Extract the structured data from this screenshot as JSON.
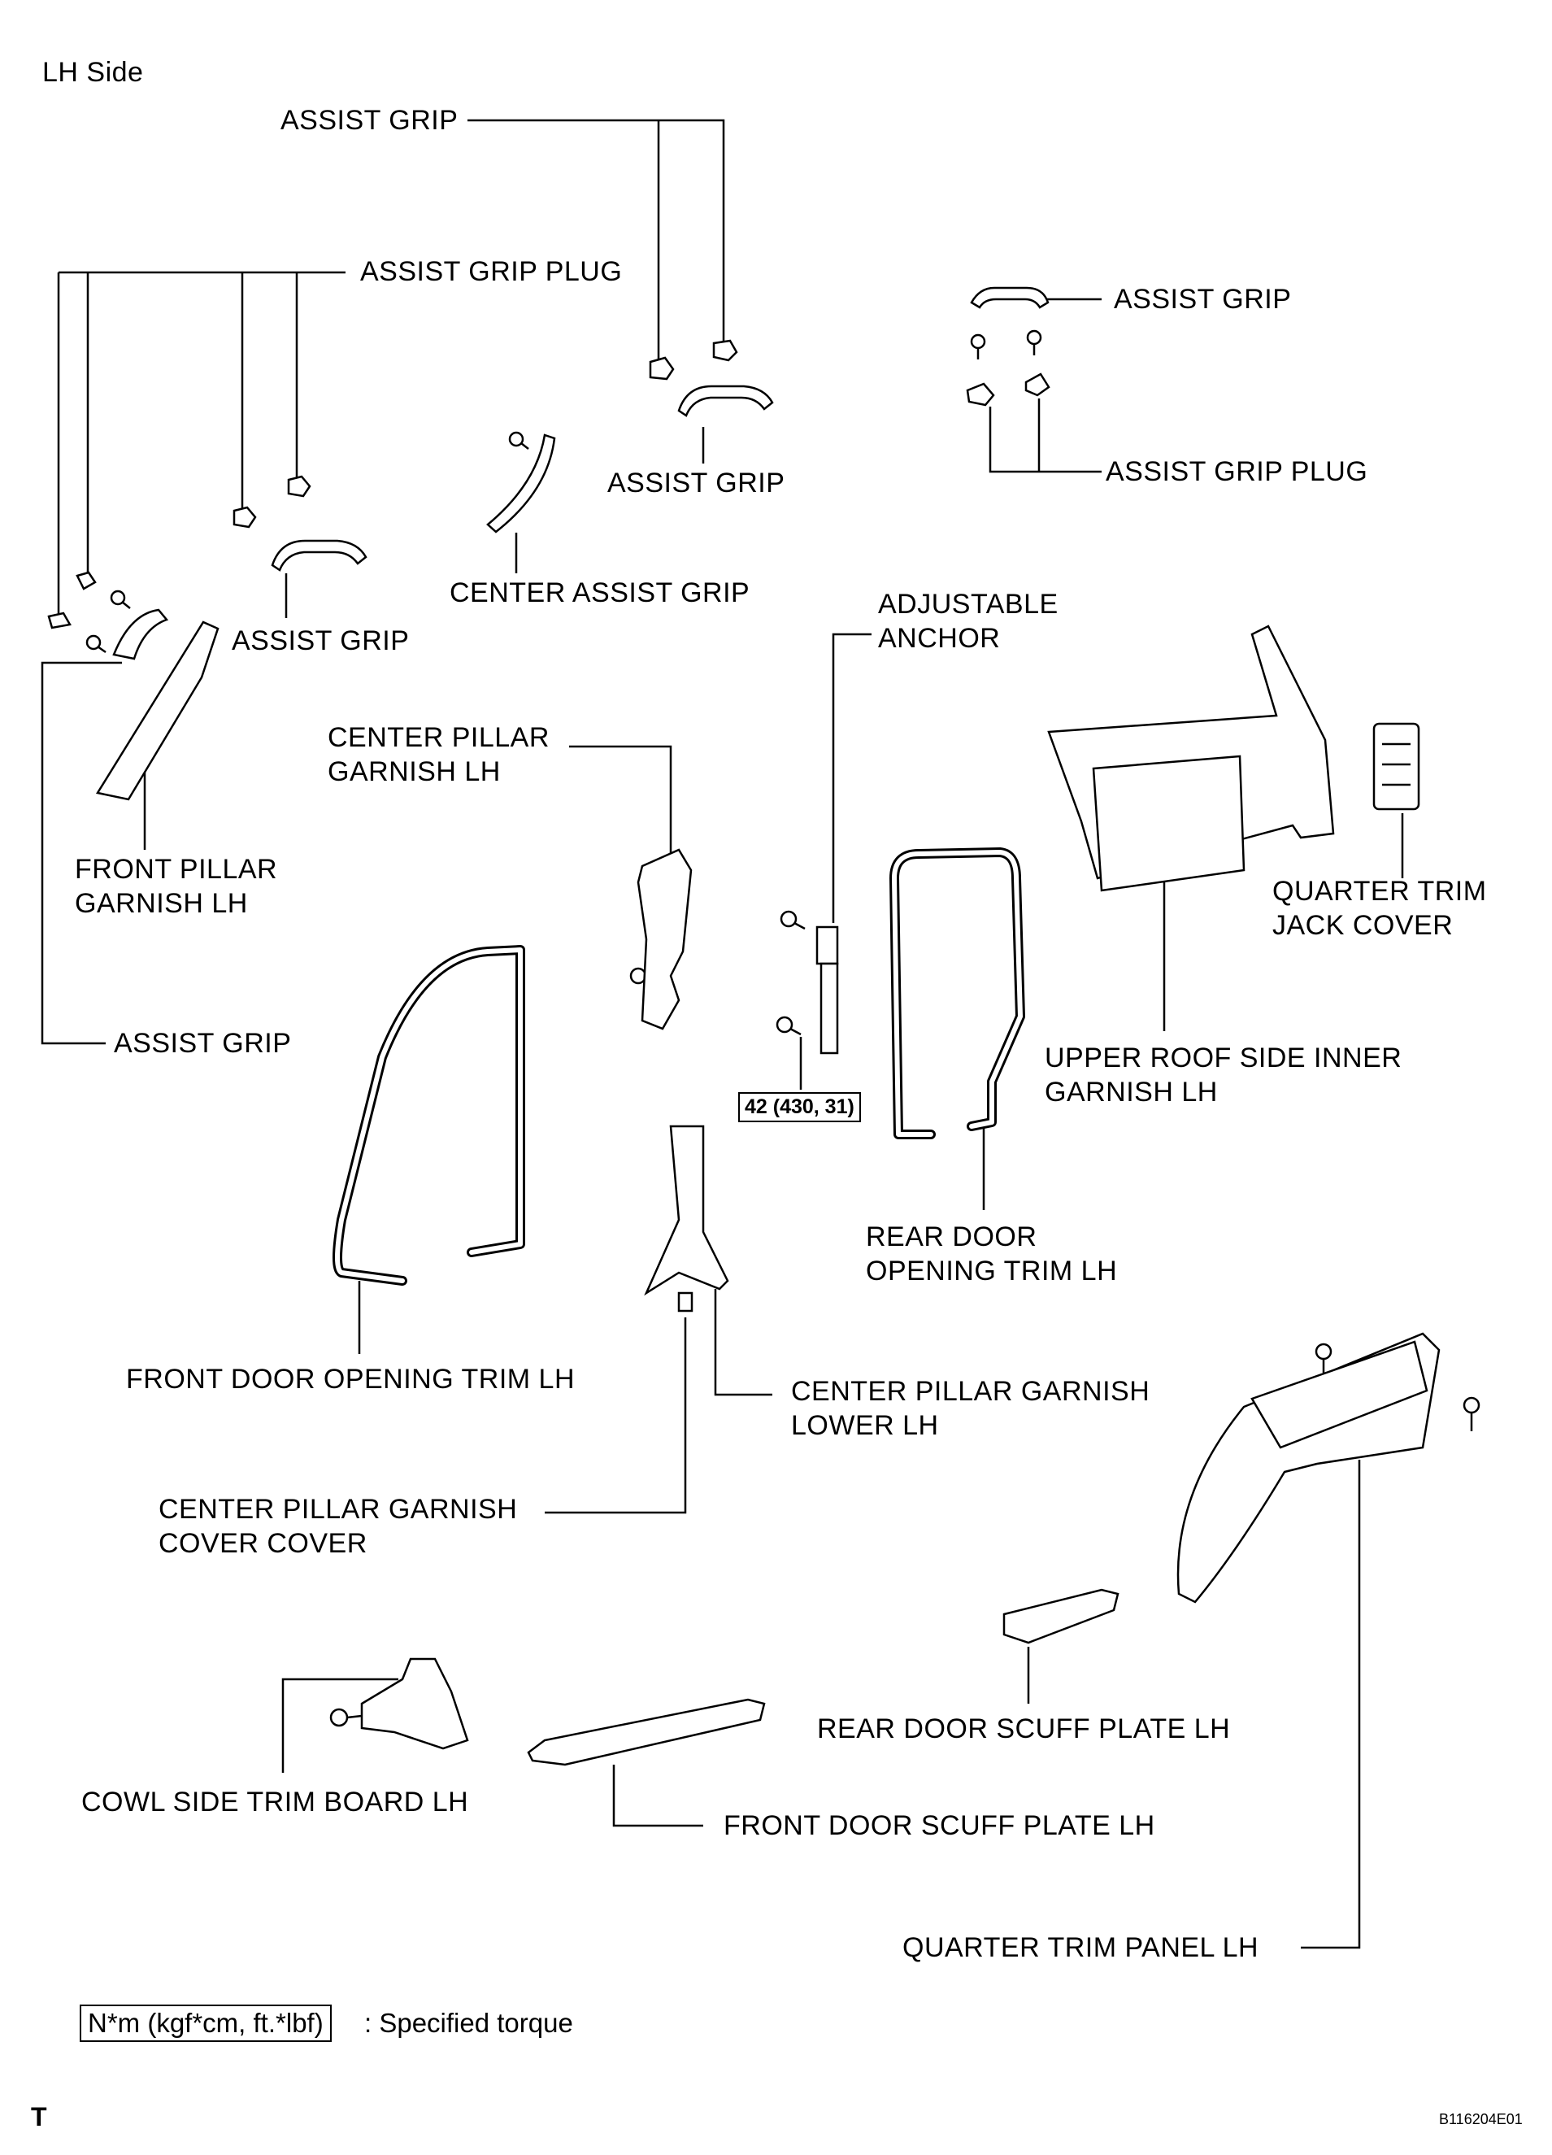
{
  "header": {
    "side_label": "LH Side"
  },
  "labels": {
    "assist_grip_top": "ASSIST GRIP",
    "assist_grip_plug_top": "ASSIST GRIP PLUG",
    "assist_grip_right": "ASSIST GRIP",
    "assist_grip_plug_right": "ASSIST GRIP PLUG",
    "assist_grip_mid": "ASSIST GRIP",
    "center_assist_grip": "CENTER ASSIST GRIP",
    "assist_grip_left": "ASSIST GRIP",
    "front_pillar_garnish": [
      "FRONT PILLAR",
      "GARNISH LH"
    ],
    "assist_grip_bottom": "ASSIST GRIP",
    "center_pillar_garnish": [
      "CENTER PILLAR",
      "GARNISH LH"
    ],
    "adjustable_anchor": [
      "ADJUSTABLE",
      "ANCHOR"
    ],
    "quarter_trim_jack_cover": [
      "QUARTER TRIM",
      "JACK COVER"
    ],
    "upper_roof_side_inner_garnish": [
      "UPPER ROOF SIDE INNER",
      "GARNISH LH"
    ],
    "rear_door_opening_trim": [
      "REAR DOOR",
      "OPENING TRIM LH"
    ],
    "front_door_opening_trim": "FRONT DOOR OPENING TRIM LH",
    "center_pillar_garnish_lower": [
      "CENTER PILLAR GARNISH",
      "LOWER LH"
    ],
    "center_pillar_garnish_cover": [
      "CENTER PILLAR GARNISH",
      "COVER COVER"
    ],
    "rear_door_scuff_plate": "REAR DOOR SCUFF PLATE LH",
    "cowl_side_trim_board": "COWL SIDE TRIM BOARD LH",
    "front_door_scuff_plate": "FRONT DOOR SCUFF PLATE LH",
    "quarter_trim_panel": "QUARTER TRIM PANEL LH"
  },
  "torque": {
    "anchor_bolt": "42 (430, 31)"
  },
  "legend": {
    "box": "N*m (kgf*cm, ft.*lbf)",
    "text": ": Specified torque"
  },
  "footer": {
    "corner": "T",
    "code": "B116204E01"
  }
}
